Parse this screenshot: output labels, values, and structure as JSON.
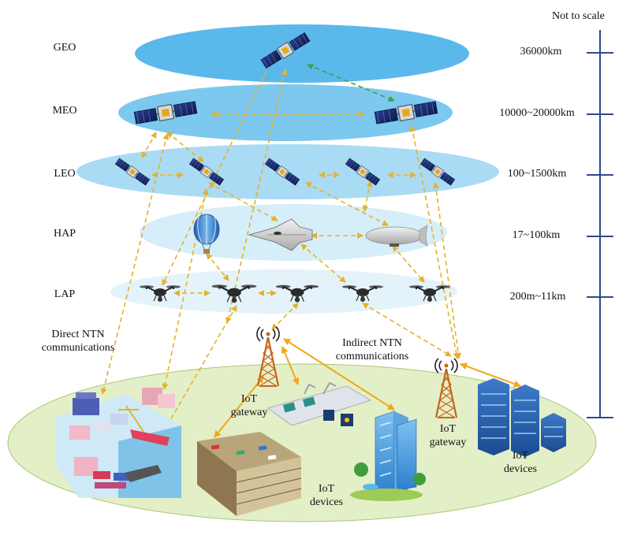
{
  "layers": [
    {
      "id": "geo",
      "label": "GEO",
      "altitude": "36000km"
    },
    {
      "id": "meo",
      "label": "MEO",
      "altitude": "10000~20000km"
    },
    {
      "id": "leo",
      "label": "LEO",
      "altitude": "100~1500km"
    },
    {
      "id": "hap",
      "label": "HAP",
      "altitude": "17~100km"
    },
    {
      "id": "lap",
      "label": "LAP",
      "altitude": "200m~11km"
    }
  ],
  "scale_note": "Not to scale",
  "annotations": {
    "direct_ntn": [
      "Direct NTN",
      "communications"
    ],
    "indirect_ntn": [
      "Indirect NTN",
      "communications"
    ],
    "gateway_left": [
      "IoT",
      "gateway"
    ],
    "gateway_right": [
      "IoT",
      "gateway"
    ],
    "devices_center": [
      "IoT",
      "devices"
    ],
    "devices_right": [
      "IoT",
      "devices"
    ]
  },
  "colors": {
    "geo_disc": "#5bb8ea",
    "meo_disc": "#7cc8ee",
    "leo_disc": "#a9dbf4",
    "hap_disc": "#d5eef9",
    "lap_disc": "#e4f3fa",
    "ground_disc": "#e3efc7",
    "link_dashed": "#e8b830",
    "link_solid": "#f0b020",
    "link_green": "#4aaa60",
    "scale_bar": "#2e4a8c"
  },
  "icons": {
    "satellite": "satellite-icon",
    "balloon": "balloon-icon",
    "airship": "airship-icon",
    "hypersonic_plane": "aircraft-icon",
    "drone": "drone-icon",
    "tower": "radio-tower-icon",
    "smart_port": "port-city-icon",
    "parking": "parking-garage-icon",
    "factory": "factory-line-icon",
    "office": "office-building-icon",
    "datacenter": "data-center-icon"
  }
}
